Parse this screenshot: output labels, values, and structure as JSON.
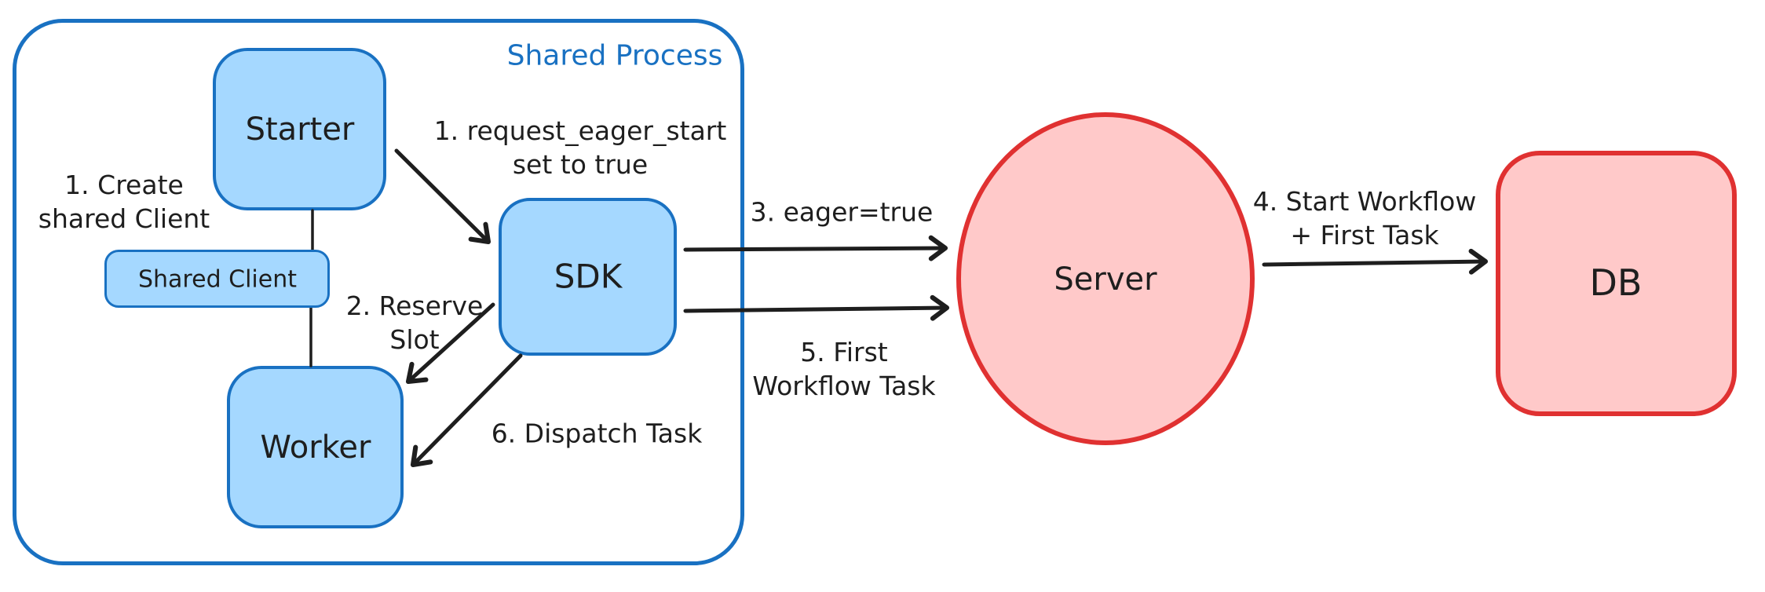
{
  "group": {
    "label": "Shared Process"
  },
  "nodes": {
    "starter": {
      "label": "Starter"
    },
    "shared_client": {
      "label": "Shared Client"
    },
    "worker": {
      "label": "Worker"
    },
    "sdk": {
      "label": "SDK"
    },
    "server": {
      "label": "Server"
    },
    "db": {
      "label": "DB"
    }
  },
  "annotations": {
    "create_client": "1. Create\nshared Client",
    "request_eager_start": "1. request_eager_start\nset to true",
    "reserve_slot": "2. Reserve\nSlot",
    "eager_true": "3. eager=true",
    "start_workflow": "4. Start Workflow\n+ First Task",
    "first_workflow_task": "5. First\nWorkflow Task",
    "dispatch_task": "6. Dispatch Task"
  },
  "colors": {
    "ink": "#1e1e1e",
    "blue_stroke": "#1971c2",
    "blue_fill": "#a5d8ff",
    "red_stroke": "#e03131",
    "red_fill": "#ffc9c9",
    "canvas_bg": "#ffffff"
  }
}
